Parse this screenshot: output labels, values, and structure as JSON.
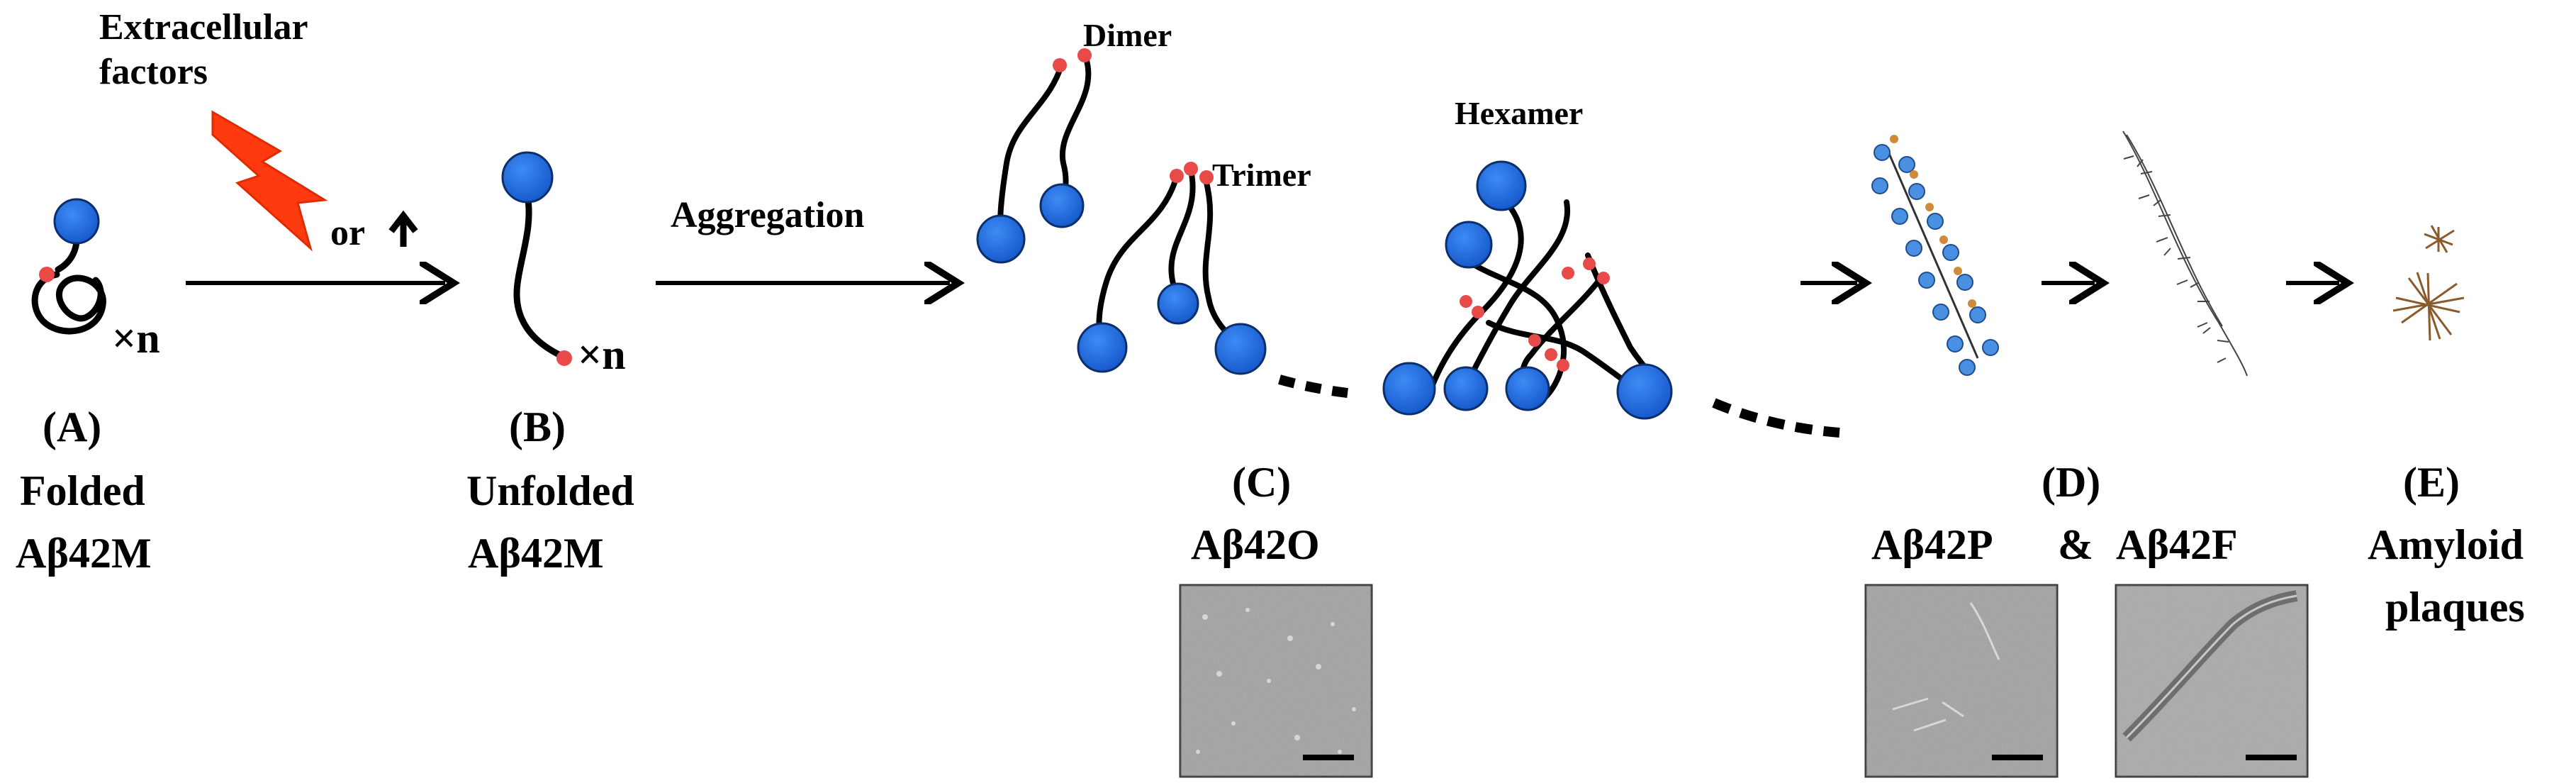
{
  "labels": {
    "extracellular_line1": "Extracellular",
    "extracellular_line2": "factors",
    "or_text": "or",
    "times_n_a": "×n",
    "times_n_b": "×n",
    "aggregation": "Aggregation",
    "dimer": "Dimer",
    "trimer": "Trimer",
    "hexamer": "Hexamer"
  },
  "panels": {
    "a": {
      "letter": "(A)",
      "line1": "Folded",
      "line2": "Aβ42M"
    },
    "b": {
      "letter": "(B)",
      "line1": "Unfolded",
      "line2": "Aβ42M"
    },
    "c": {
      "letter": "(C)",
      "line1": "Aβ42O"
    },
    "d": {
      "letter": "(D)",
      "line1a": "Aβ42P",
      "amp": "&",
      "line1b": "Aβ42F"
    },
    "e": {
      "letter": "(E)",
      "line1": "Amyloid",
      "line2": "plaques"
    }
  },
  "colors": {
    "sphere_fill": "#1f6fe0",
    "sphere_stroke": "#0a2f6b",
    "terminus": "#e84a4a",
    "lightning": "#ff3a10",
    "micrograph_bg": "#9a9a9a",
    "fibril_brown": "#8a5a2b"
  },
  "icons": {
    "lightning": "lightning-bolt-icon",
    "up_arrow": "up-arrow-icon"
  }
}
